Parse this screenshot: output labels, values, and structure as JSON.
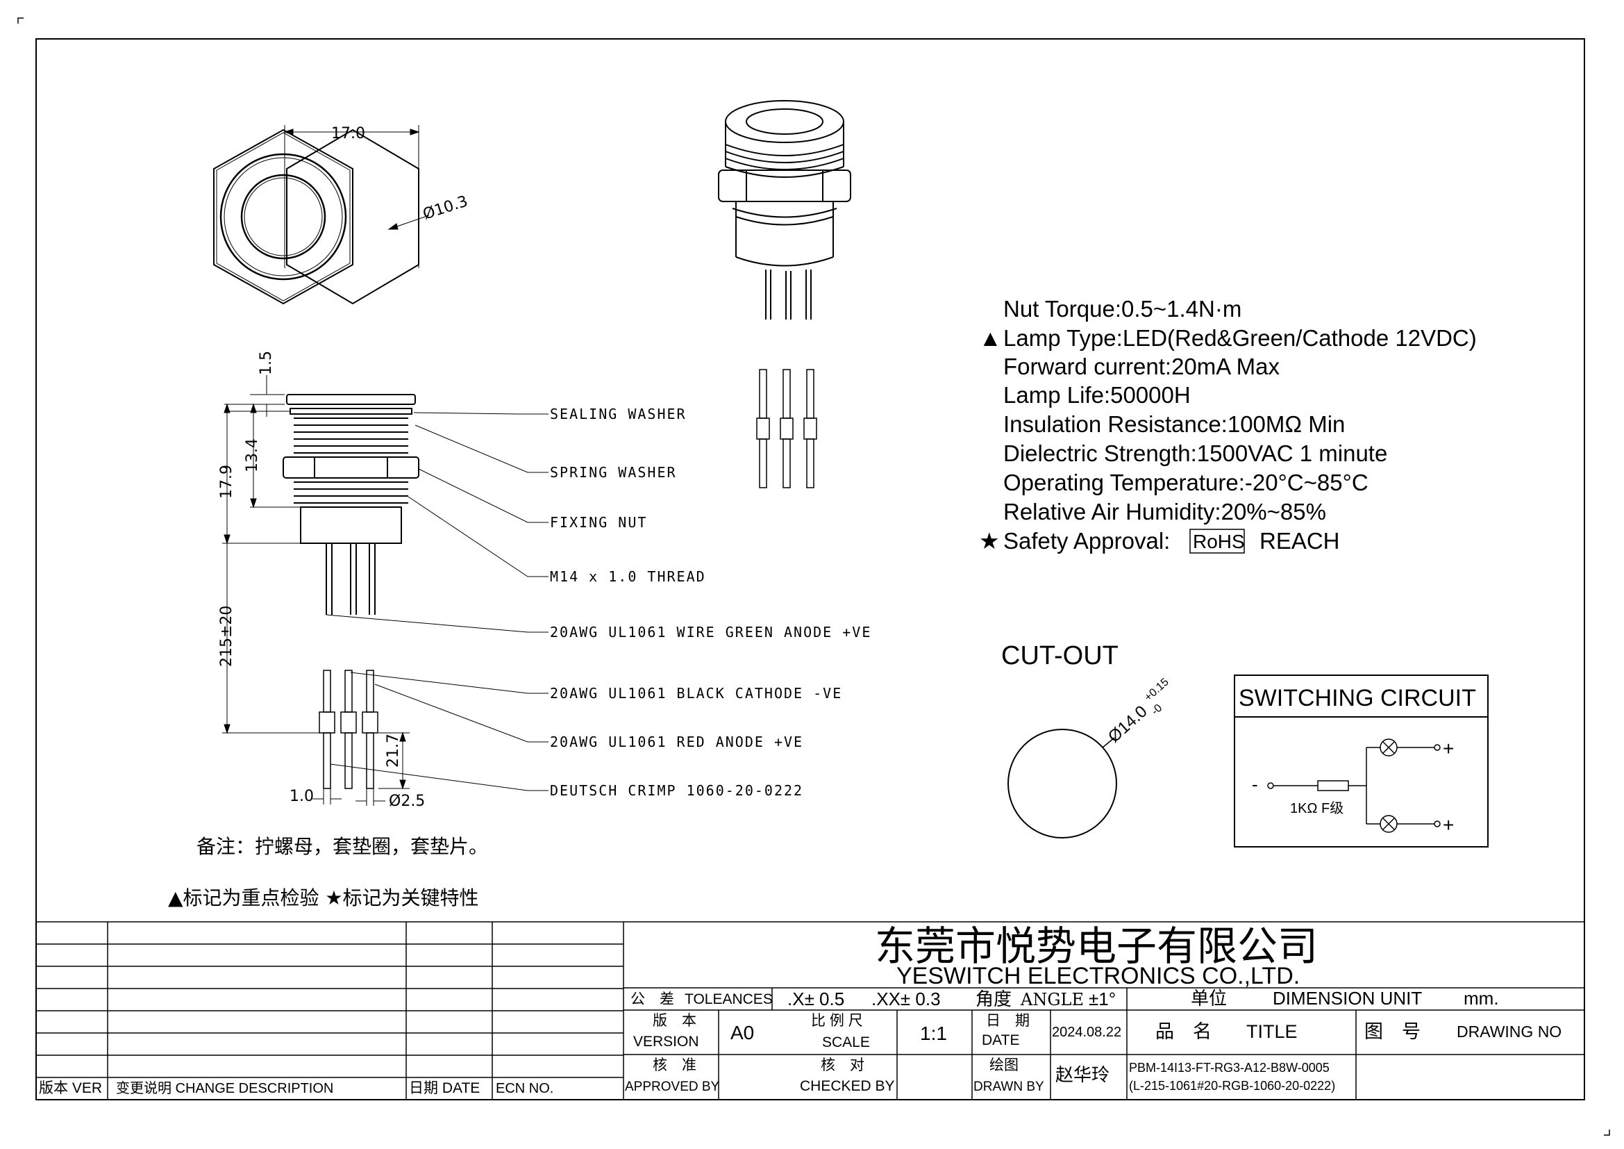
{
  "dimensions": {
    "width_across_flats": "17.0",
    "lens_diameter": "Ø10.3",
    "head_height": "1.5",
    "thread_length": "13.4",
    "body_length": "17.9",
    "wire_length": "215±20",
    "terminal_length": "21.7",
    "pin_pitch": "1.0",
    "pin_diameter": "Ø2.5",
    "cutout_main": "Ø14.0",
    "cutout_upper_tol": "+0.15",
    "cutout_lower_tol": "-0"
  },
  "callouts": [
    "SEALING WASHER",
    "SPRING WASHER",
    "FIXING NUT",
    "M14 x 1.0 THREAD",
    "20AWG UL1061 WIRE GREEN ANODE +VE",
    "20AWG UL1061 BLACK CATHODE -VE",
    "20AWG UL1061 RED ANODE +VE",
    "DEUTSCH CRIMP 1060-20-0222"
  ],
  "specs": {
    "nut_torque": "Nut Torque:0.5~1.4N·m",
    "lamp_type_mark": "▲",
    "lamp_type": "Lamp Type:LED(Red&Green/Cathode 12VDC)",
    "forward_current": "Forward current:20mA Max",
    "lamp_life": "Lamp Life:50000H",
    "insulation": "Insulation Resistance:100MΩ Min",
    "dielectric": "Dielectric Strength:1500VAC 1 minute",
    "operating_temp": "Operating Temperature:-20°C~85°C",
    "humidity": "Relative Air Humidity:20%~85%",
    "safety_mark": "★",
    "safety": "Safety Approval:",
    "rohs": "RoHS",
    "reach": "REACH"
  },
  "cutout_title": "CUT-OUT",
  "circuit": {
    "title": "SWITCHING CIRCUIT",
    "minus": "-",
    "plus_top": "+",
    "plus_bottom": "+",
    "resistor": "1KΩ F级"
  },
  "notes": {
    "remark": "备注：拧螺母，套垫圈，套垫片。",
    "legend": "▲标记为重点检验 ★标记为关键特性"
  },
  "title_block": {
    "company_cn": "东莞市悦势电子有限公司",
    "company_en": "YESWITCH ELECTRONICS CO.,LTD.",
    "tol_cn": "公　差",
    "tol_en": "TOLEANCES",
    "tol_x": ".X± 0.5",
    "tol_xx": ".XX± 0.3",
    "angle_cn": "角度",
    "angle_en": "ANGLE",
    "angle_val": "±1°",
    "unit_cn": "单位",
    "unit_en": "DIMENSION UNIT",
    "unit_val": "mm.",
    "version_cn": "版　本",
    "version_en": "VERSION",
    "version_val": "A0",
    "scale_cn": "比 例 尺",
    "scale_en": "SCALE",
    "scale_val": "1:1",
    "date_cn": "日　期",
    "date_en": "DATE",
    "date_val": "2024.08.22",
    "title_cn": "品　名",
    "title_en": "TITLE",
    "drawing_cn": "图　号",
    "drawing_en": "DRAWING NO",
    "approved_cn": "核　准",
    "approved_en": "APPROVED BY",
    "checked_cn": "核　对",
    "checked_en": "CHECKED BY",
    "drawn_cn": "绘图",
    "drawn_en": "DRAWN BY",
    "drawn_val": "赵华玲",
    "part_no_1": "PBM-14I13-FT-RG3-A12-B8W-0005",
    "part_no_2": "(L-215-1061#20-RGB-1060-20-0222)",
    "rev_ver": "版本 VER",
    "rev_desc": "变更说明  CHANGE DESCRIPTION",
    "rev_date": "日期  DATE",
    "rev_ecn": "ECN NO."
  }
}
